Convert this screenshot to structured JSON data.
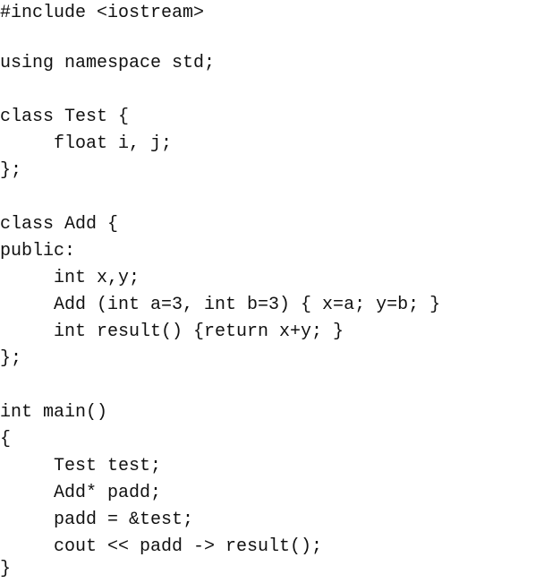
{
  "code": {
    "lines": [
      "#include <iostream>",
      "",
      "using namespace std;",
      "",
      "class Test {",
      "     float i, j;",
      "};",
      "",
      "class Add {",
      "public:",
      "     int x,y;",
      "     Add (int a=3, int b=3) { x=a; y=b; }",
      "     int result() {return x+y; }",
      "};",
      "",
      "int main()",
      "{",
      "     Test test;",
      "     Add* padd;",
      "     padd = &test;",
      "     cout << padd -> result();",
      "}"
    ]
  }
}
